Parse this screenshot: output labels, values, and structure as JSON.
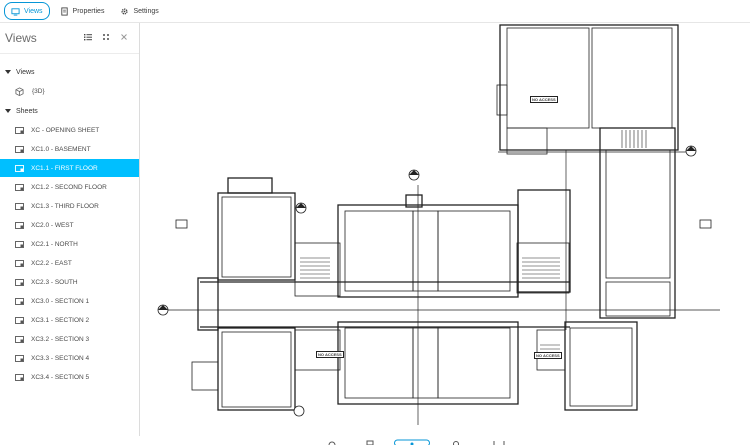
{
  "tabs": [
    {
      "label": "Views",
      "icon": "views-icon",
      "active": true
    },
    {
      "label": "Properties",
      "icon": "properties-icon",
      "active": false
    },
    {
      "label": "Settings",
      "icon": "gear-icon",
      "active": false
    }
  ],
  "panel": {
    "title": "Views",
    "groups": {
      "views": {
        "label": "Views",
        "items": [
          {
            "label": "{3D}"
          }
        ]
      },
      "sheets": {
        "label": "Sheets",
        "items": [
          {
            "label": "XC - OPENING SHEET"
          },
          {
            "label": "XC1.0 - BASEMENT"
          },
          {
            "label": "XC1.1 - FIRST FLOOR",
            "selected": true
          },
          {
            "label": "XC1.2 - SECOND FLOOR"
          },
          {
            "label": "XC1.3 - THIRD FLOOR"
          },
          {
            "label": "XC2.0 - WEST"
          },
          {
            "label": "XC2.1 - NORTH"
          },
          {
            "label": "XC2.2 - EAST"
          },
          {
            "label": "XC2.3 - SOUTH"
          },
          {
            "label": "XC3.0 - SECTION 1"
          },
          {
            "label": "XC3.1 - SECTION 2"
          },
          {
            "label": "XC3.2 - SECTION 3"
          },
          {
            "label": "XC3.3 - SECTION 4"
          },
          {
            "label": "XC3.4 - SECTION 5"
          }
        ]
      }
    }
  },
  "colors": {
    "accent": "#0696d7",
    "selection": "#00bfff"
  },
  "drawing": {
    "room_tags": [
      "NO ACCESS",
      "NO ACCESS",
      "NO ACCESS"
    ]
  }
}
